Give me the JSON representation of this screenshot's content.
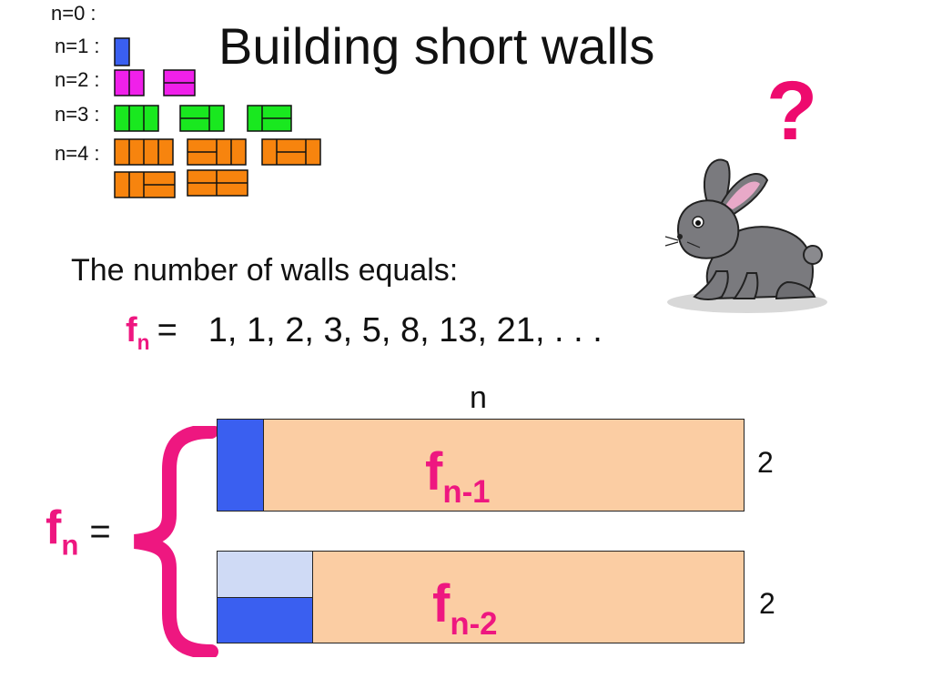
{
  "title": "Building short walls",
  "n_labels": [
    "n=0 :",
    "n=1 :",
    "n=2 :",
    "n=3 :",
    "n=4 :"
  ],
  "statement": "The number of walls equals:",
  "sequence": {
    "f": "f",
    "sub": "n",
    "eq": "=",
    "values": "1,  1,  2,  3,  5,  8,  13,  21,  . . ."
  },
  "recurrence": {
    "f": "f",
    "sub": "n",
    "eq": "=",
    "n_label": "n",
    "height_label_top": "2",
    "height_label_bottom": "2",
    "term1_f": "f",
    "term1_sub": "n-1",
    "term2_f": "f",
    "term2_sub": "n-2"
  },
  "question_mark": "?",
  "colors": {
    "pink": "#ee1780",
    "peach": "#fbcda3",
    "blue": "#3a5ff0",
    "light_blue": "#cfdaf5",
    "magenta_tile": "#f020ea",
    "green_tile": "#19e81f",
    "orange_tile": "#f7840e"
  },
  "icons": {
    "rabbit": "rabbit-illustration"
  }
}
